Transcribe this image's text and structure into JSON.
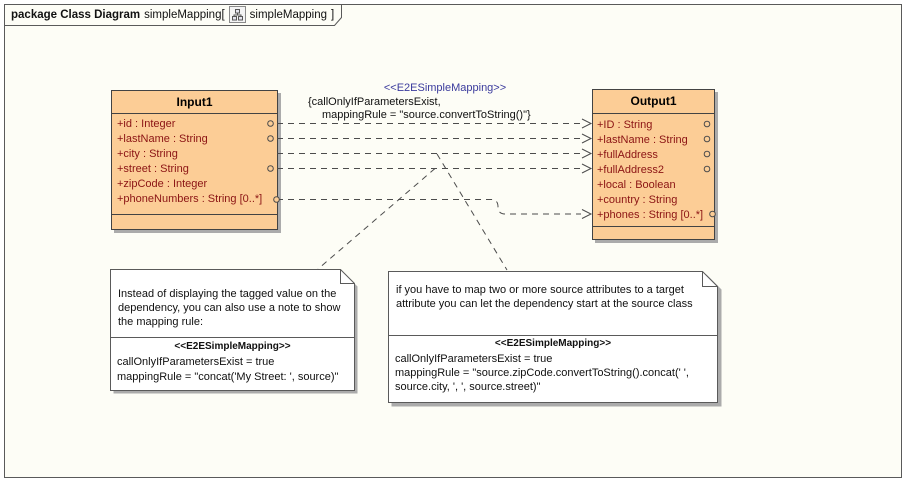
{
  "header": {
    "kind": "package Class Diagram",
    "name_prefix": "simpleMapping[",
    "icon": "class-diagram-icon",
    "diagram_name": "simpleMapping",
    "suffix": "]"
  },
  "classes": [
    {
      "name": "Input1",
      "attributes": [
        "+id : Integer",
        "+lastName : String",
        "+city : String",
        "+street : String",
        "+zipCode : Integer",
        "+phoneNumbers : String [0..*]"
      ]
    },
    {
      "name": "Output1",
      "attributes": [
        "+ID : String",
        "+lastName : String",
        "+fullAddress",
        "+fullAddress2",
        "+local : Boolean",
        "+country : String",
        "+phones : String [0..*]"
      ]
    }
  ],
  "dependency_label": {
    "stereotype": "<<E2ESimpleMapping>>",
    "line1": "{callOnlyIfParametersExist,",
    "line2": "mappingRule = \"source.convertToString()\"}"
  },
  "notes": [
    {
      "body": "Instead of displaying the tagged value on the dependency, you can also use a note to show the mapping rule:",
      "stereotype": "<<E2ESimpleMapping>>",
      "tag1": "callOnlyIfParametersExist = true",
      "tag2": "mappingRule = \"concat('My Street: ', source)\""
    },
    {
      "body": "if you have to map two or more source attributes to a target attribute you can let the dependency start at the source class",
      "stereotype": "<<E2ESimpleMapping>>",
      "tag1": "callOnlyIfParametersExist = true",
      "tag2": "mappingRule = \"source.zipCode.convertToString().concat(' ', source.city, ', ', source.street)\""
    }
  ],
  "colors": {
    "class_fill": "#fccd96",
    "class_border": "#434343",
    "attribute_text": "#8b1414",
    "stereotype_text": "#3b3b9d",
    "line": "#4c4c4c",
    "note_bg": "#ffffff",
    "shadow": "#ababab",
    "frame_bg": "#fdfdf6"
  }
}
